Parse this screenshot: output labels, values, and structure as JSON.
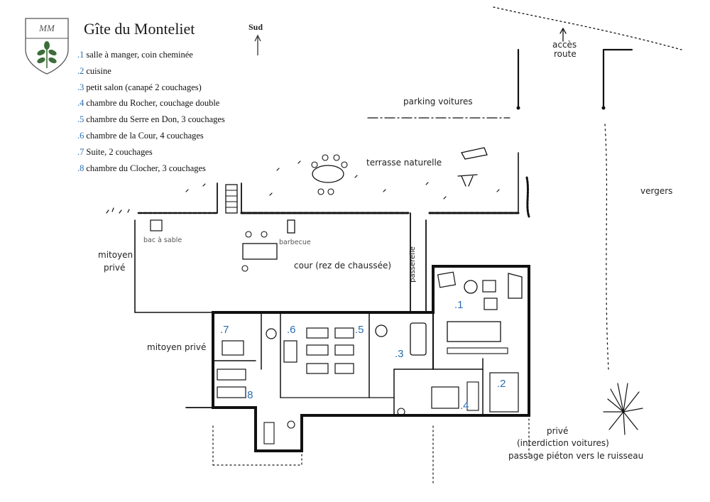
{
  "title": "Gîte du Monteliet",
  "crest_initials": "MM",
  "legend": [
    {
      "num": ".1",
      "text": "salle à manger, coin cheminée"
    },
    {
      "num": ".2",
      "text": "cuisine"
    },
    {
      "num": ".3",
      "text": "petit salon (canapé 2 couchages)"
    },
    {
      "num": ".4",
      "text": "chambre du Rocher, couchage double"
    },
    {
      "num": ".5",
      "text": "chambre du Serre en Don, 3 couchages"
    },
    {
      "num": ".6",
      "text": "chambre de la Cour, 4 couchages"
    },
    {
      "num": ".7",
      "text": "Suite, 2 couchages"
    },
    {
      "num": ".8",
      "text": "chambre du Clocher, 3 couchages"
    }
  ],
  "compass": "Sud",
  "labels": {
    "acces_1": "accès",
    "acces_2": "route",
    "parking": "parking voitures",
    "terrasse": "terrasse naturelle",
    "vergers": "vergers",
    "mitoyen_1": "mitoyen",
    "mitoyen_2": "privé",
    "bac": "bac à sable",
    "barbecue": "barbecue",
    "cour": "cour (rez de chaussée)",
    "passerelle": "passerelle",
    "mitoyen_prive": "mitoyen privé",
    "prive": "privé",
    "interdiction": "(interdiction voitures)",
    "passage": "passage piéton vers le ruisseau"
  },
  "rooms": [
    ".1",
    ".2",
    ".3",
    ".4",
    ".5",
    ".6",
    ".7",
    ".8"
  ],
  "colors": {
    "accent": "#2a6db0",
    "ink": "#111111",
    "crest_green": "#3d6e3a"
  }
}
